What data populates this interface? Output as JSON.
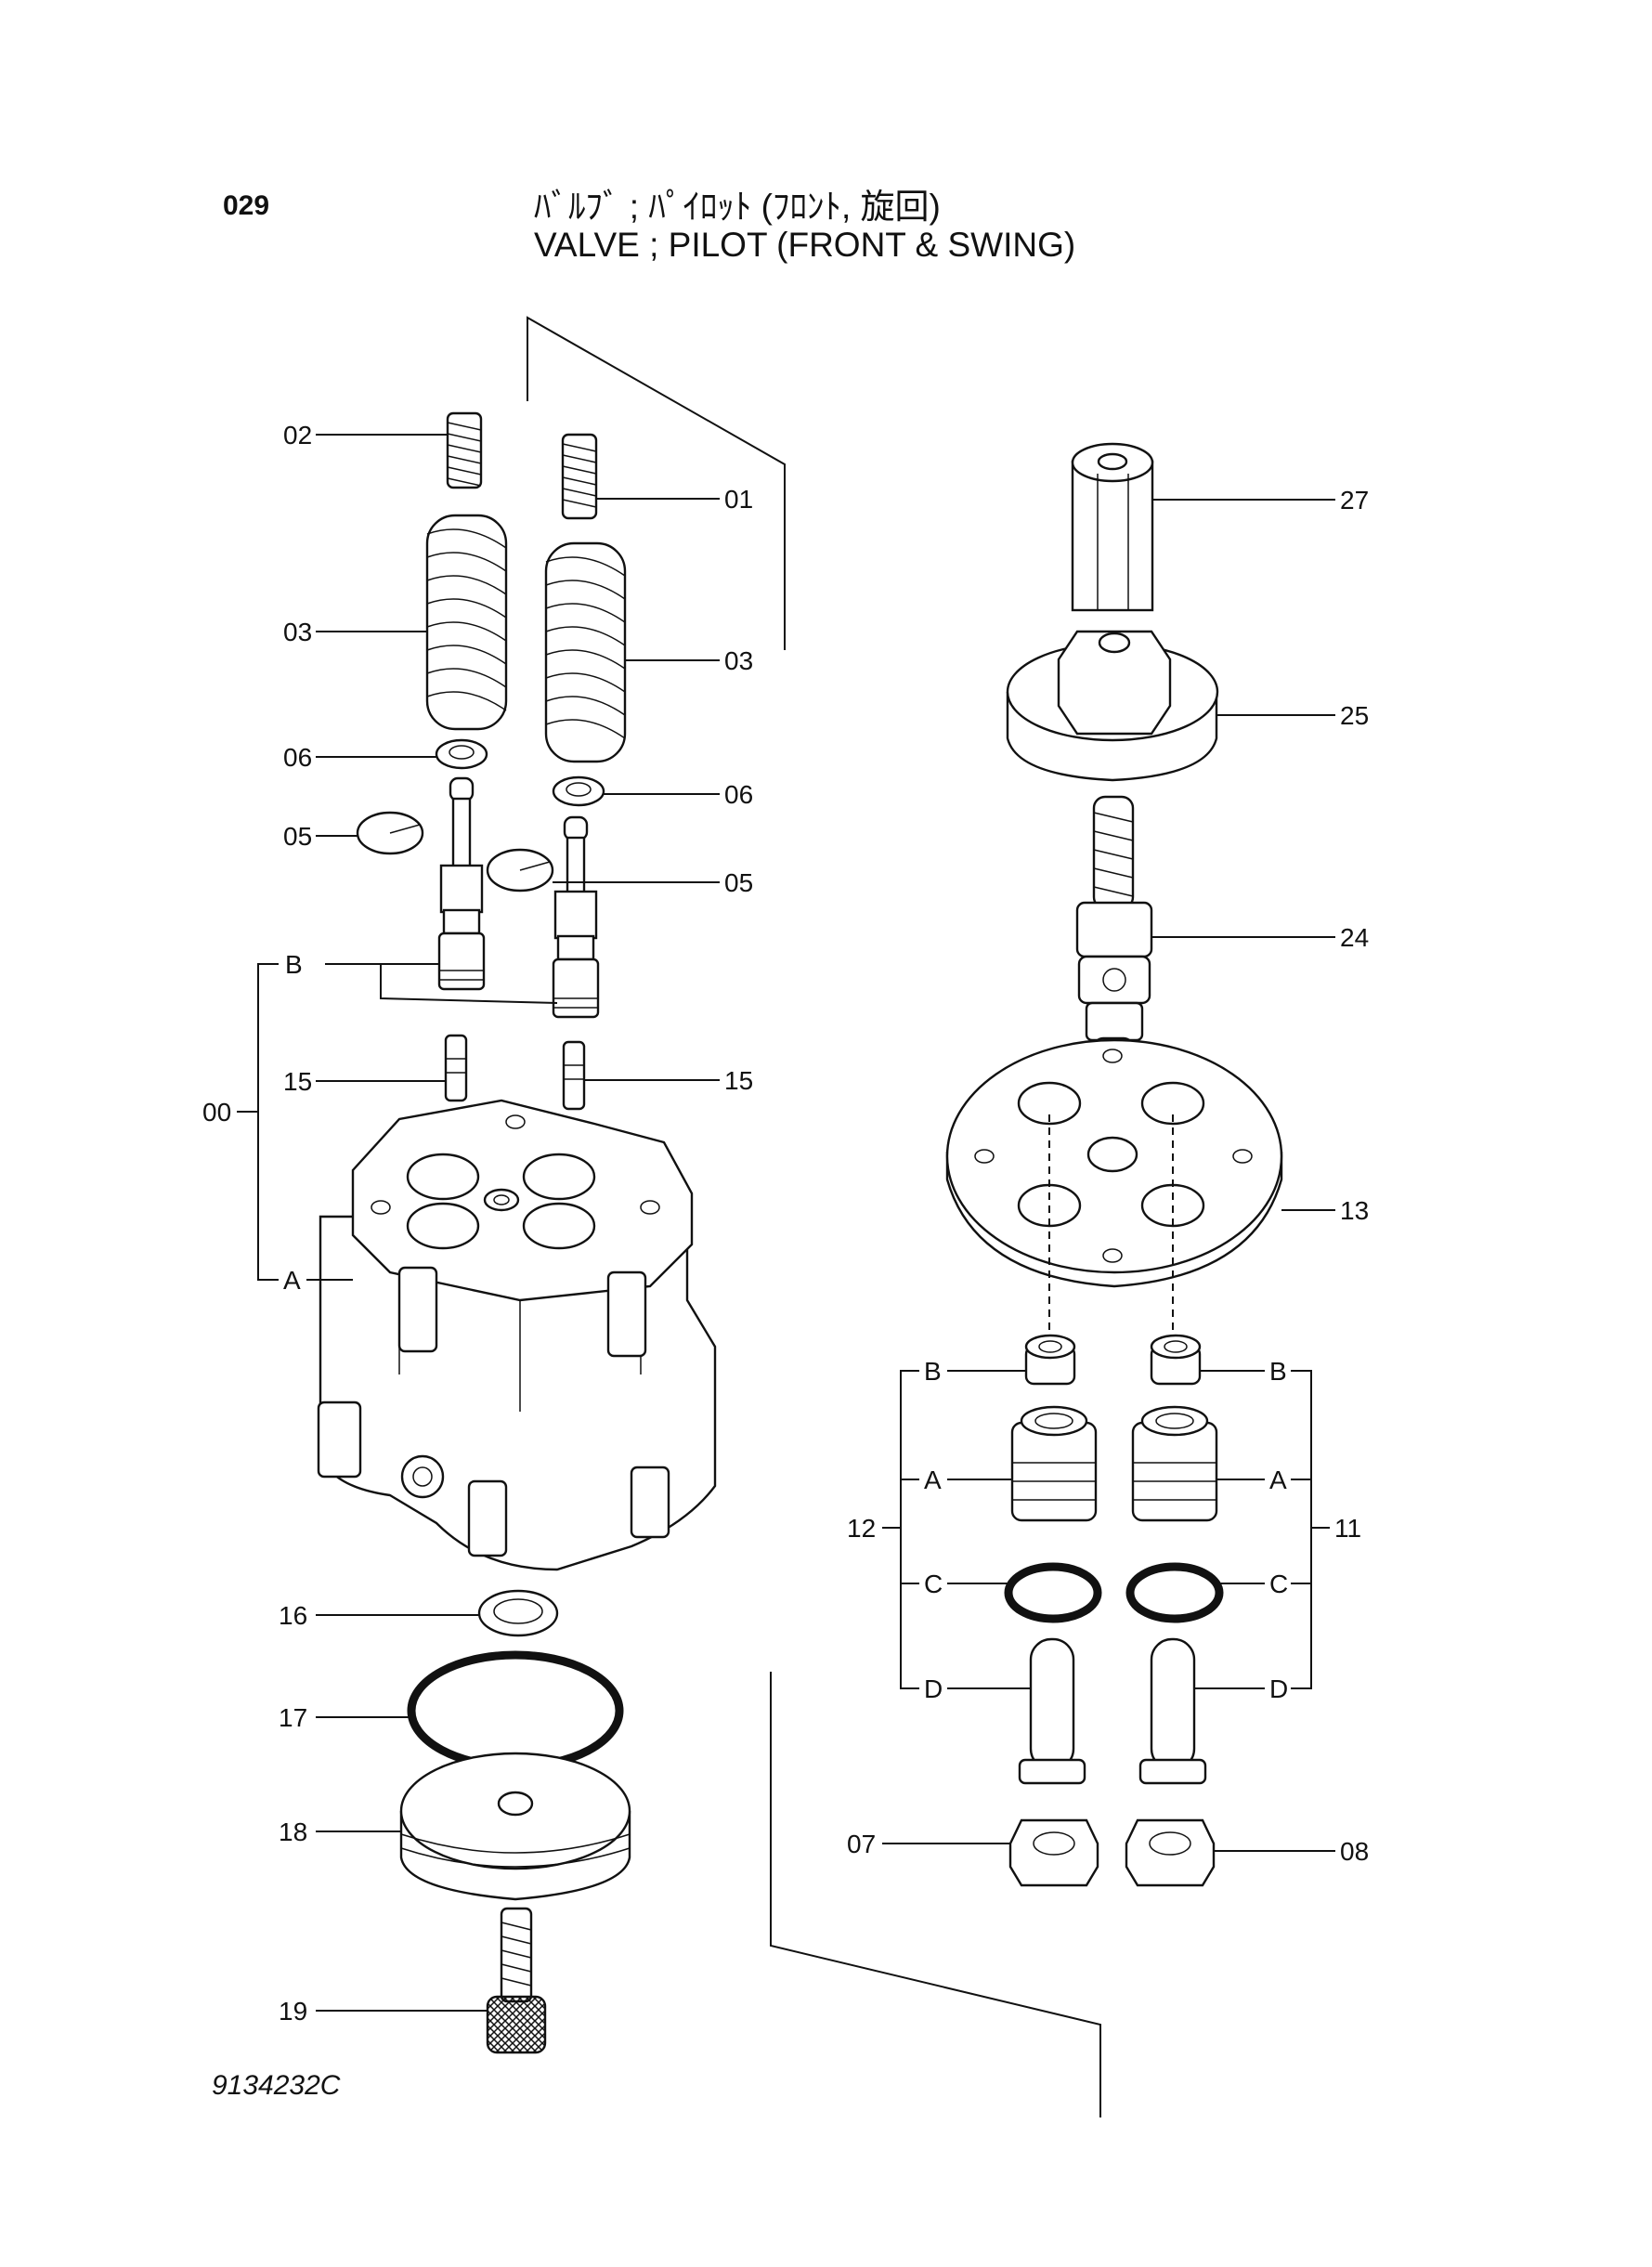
{
  "header": {
    "page_number": "029",
    "title_jp": "ﾊﾞﾙﾌﾞ ; ﾊﾟｲﾛｯﾄ (ﾌﾛﾝﾄ, 旋回)",
    "title_en": "VALVE ; PILOT (FRONT & SWING)"
  },
  "drawing_number": "9134232C",
  "callouts": {
    "c02": "02",
    "c01": "01",
    "c03_left": "03",
    "c03_right": "03",
    "c06_left": "06",
    "c06_right": "06",
    "c05_left": "05",
    "c05_right": "05",
    "cB_left": "B",
    "c15_left": "15",
    "c15_right": "15",
    "c00": "00",
    "cA_left": "A",
    "c16": "16",
    "c17": "17",
    "c18": "18",
    "c19": "19",
    "c27": "27",
    "c25": "25",
    "c24": "24",
    "c13": "13",
    "c12": "12",
    "c11": "11",
    "cB12": "B",
    "cA12": "A",
    "cC12": "C",
    "cD12": "D",
    "cB11": "B",
    "cA11": "A",
    "cC11": "C",
    "cD11": "D",
    "c07": "07",
    "c08": "08"
  }
}
